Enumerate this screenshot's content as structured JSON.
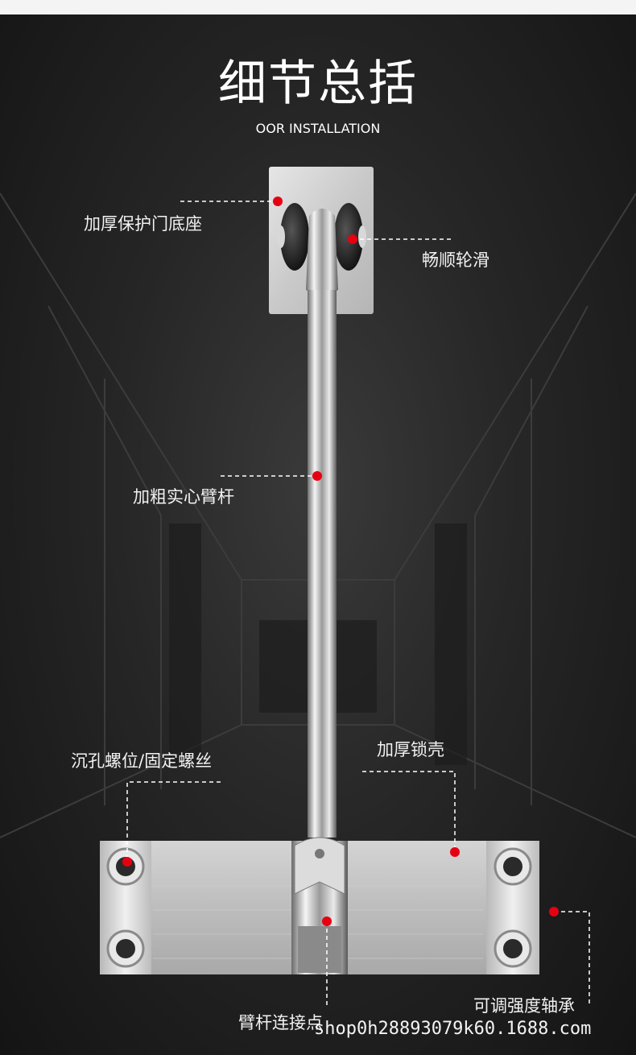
{
  "header": {
    "title": "细节总括",
    "subtitle": "OOR INSTALLATION"
  },
  "callouts": [
    {
      "id": "base",
      "label": "加厚保护门底座"
    },
    {
      "id": "pulley",
      "label": "畅顺轮滑"
    },
    {
      "id": "arm",
      "label": "加粗实心臂杆"
    },
    {
      "id": "screw",
      "label": "沉孔螺位/固定螺丝"
    },
    {
      "id": "shell",
      "label": "加厚锁壳"
    },
    {
      "id": "joint",
      "label": "臂杆连接点"
    },
    {
      "id": "bearing",
      "label": "可调强度轴承"
    }
  ],
  "watermark": "shop0h28893079k60.1688.com",
  "colors": {
    "marker": "#e60012",
    "text": "#ffffff",
    "background": "#222222",
    "metal": "#c8c8c8"
  }
}
